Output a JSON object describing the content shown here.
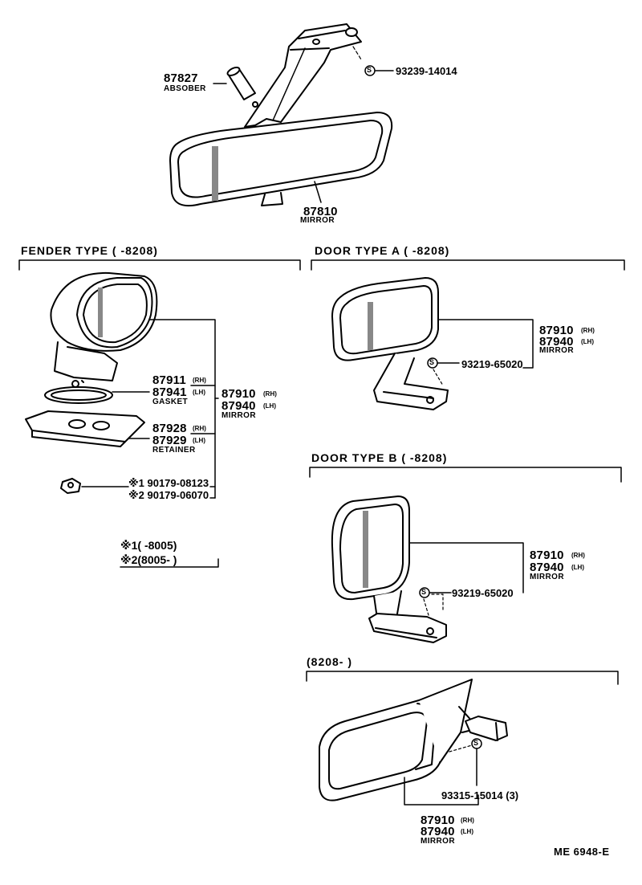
{
  "top": {
    "absorber_pn": "87827",
    "absorber_lbl": "ABSOBER",
    "bolt_pn": "93239-14014",
    "mirror_pn": "87810",
    "mirror_lbl": "MIRROR"
  },
  "fender": {
    "header": "FENDER TYPE (      -8208)",
    "gasket_rh": "87911",
    "gasket_lh": "87941",
    "gasket_lbl": "GASKET",
    "mirror_rh": "87910",
    "mirror_lh": "87940",
    "mirror_lbl": "MIRROR",
    "retainer_rh": "87928",
    "retainer_lh": "87929",
    "retainer_lbl": "RETAINER",
    "nut1": "※1 90179-08123",
    "nut2": "※2 90179-06070",
    "note1": "※1(      -8005)",
    "note2": "※2(8005-      )"
  },
  "door_a": {
    "header": "DOOR TYPE A (      -8208)",
    "mirror_rh": "87910",
    "mirror_lh": "87940",
    "mirror_lbl": "MIRROR",
    "screw_pn": "93219-65020"
  },
  "door_b": {
    "header": "DOOR TYPE B (      -8208)",
    "mirror_rh": "87910",
    "mirror_lh": "87940",
    "mirror_lbl": "MIRROR",
    "screw_pn": "93219-65020"
  },
  "late": {
    "header": "(8208-      )",
    "screw_pn": "93315-15014 (3)",
    "mirror_rh": "87910",
    "mirror_lh": "87940",
    "mirror_lbl": "MIRROR"
  },
  "common": {
    "rh": "(RH)",
    "lh": "(LH)",
    "s": "S"
  },
  "footer": {
    "code": "ME  6948-E"
  }
}
